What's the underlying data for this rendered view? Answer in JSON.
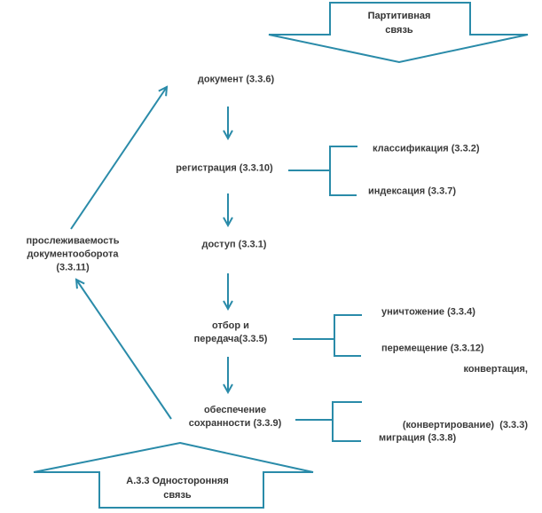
{
  "colors": {
    "accent": "#2a8ba9",
    "text": "#3a3a3a"
  },
  "banners": {
    "partitive": {
      "lines": [
        "Партитивная",
        "связь"
      ]
    },
    "one_way": {
      "lines": [
        "А.3.3 Односторонняя",
        "связь"
      ]
    }
  },
  "nodes": {
    "document": {
      "lines": [
        "документ (3.3.6)"
      ]
    },
    "registration": {
      "lines": [
        "регистрация (3.3.10)"
      ]
    },
    "access": {
      "lines": [
        "доступ (3.3.1)"
      ]
    },
    "selection_transfer": {
      "lines": [
        "отбор и",
        "передача(3.3.5)"
      ]
    },
    "preservation": {
      "lines": [
        "обеспечение",
        "сохранности (3.3.9)"
      ]
    },
    "traceability": {
      "lines": [
        "прослеживаемость",
        "документооборота",
        "(3.3.11)"
      ]
    },
    "classification": {
      "lines": [
        "классификация (3.3.2)"
      ]
    },
    "indexing": {
      "lines": [
        "индексация (3.3.7)"
      ]
    },
    "destruction": {
      "lines": [
        "уничтожение (3.3.4)"
      ]
    },
    "relocation": {
      "lines": [
        "перемещение (3.3.12)"
      ]
    },
    "conversion": {
      "lines": [
        "конвертация,",
        "(конвертирование)  (3.3.3)"
      ]
    },
    "migration": {
      "lines": [
        "миграция (3.3.8)"
      ]
    }
  }
}
